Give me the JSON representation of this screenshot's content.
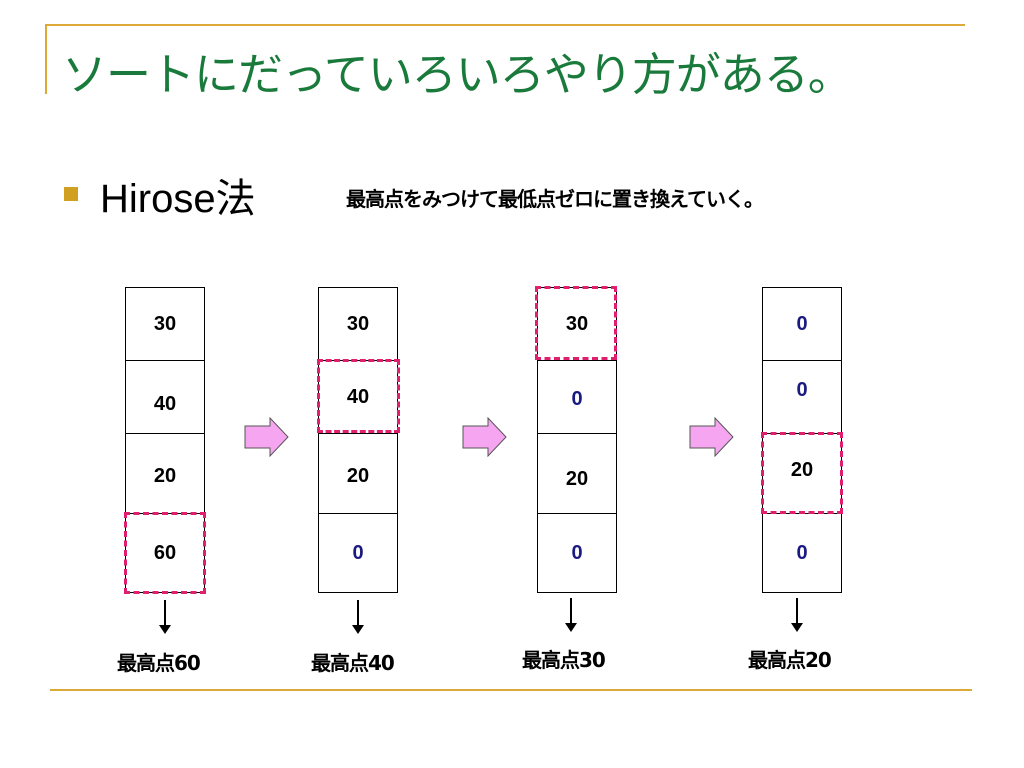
{
  "slide": {
    "title": "ソートにだっていろいろやり方がある。",
    "method_label": "Hirose法",
    "description": "最高点をみつけて最低点ゼロに置き換えていく。"
  },
  "steps": [
    {
      "cells": [
        "30",
        "40",
        "20",
        "60"
      ],
      "caption": "最高点60"
    },
    {
      "cells": [
        "30",
        "40",
        "20",
        "0"
      ],
      "caption": "最高点40"
    },
    {
      "cells": [
        "30",
        "0",
        "20",
        "0"
      ],
      "caption": "最高点30"
    },
    {
      "cells": [
        "0",
        "0",
        "20",
        "0"
      ],
      "caption": "最高点20"
    }
  ],
  "colors": {
    "title_green": "#1a7a3c",
    "rule_gold": "#dcaa38",
    "highlight_pink": "#e0206e",
    "arrow_fill": "#f6a6f0",
    "zero_navy": "#1a1a80"
  },
  "icons": {
    "step_arrow": "right-block-arrow-icon",
    "down_arrow": "down-arrow-icon",
    "bullet": "square-bullet-icon"
  }
}
